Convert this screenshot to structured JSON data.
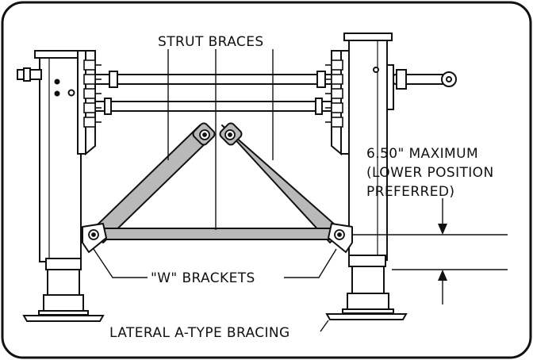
{
  "labels": {
    "strut_braces": "STRUT BRACES",
    "max_line1": "6.50\" MAXIMUM",
    "max_line2": "(LOWER POSITION",
    "max_line3": "PREFERRED)",
    "w_brackets": "\"W\" BRACKETS",
    "lateral_bracing": "LATERAL A-TYPE BRACING"
  },
  "colors": {
    "outline": "#111111",
    "brace_fill": "#b9b9b9",
    "background": "#ffffff"
  }
}
